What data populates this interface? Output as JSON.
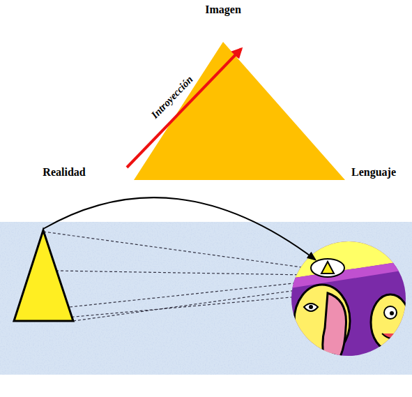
{
  "diagram": {
    "labels": [
      "Imagen",
      "Realidad",
      "Lenguaje",
      "Introyección"
    ]
  }
}
